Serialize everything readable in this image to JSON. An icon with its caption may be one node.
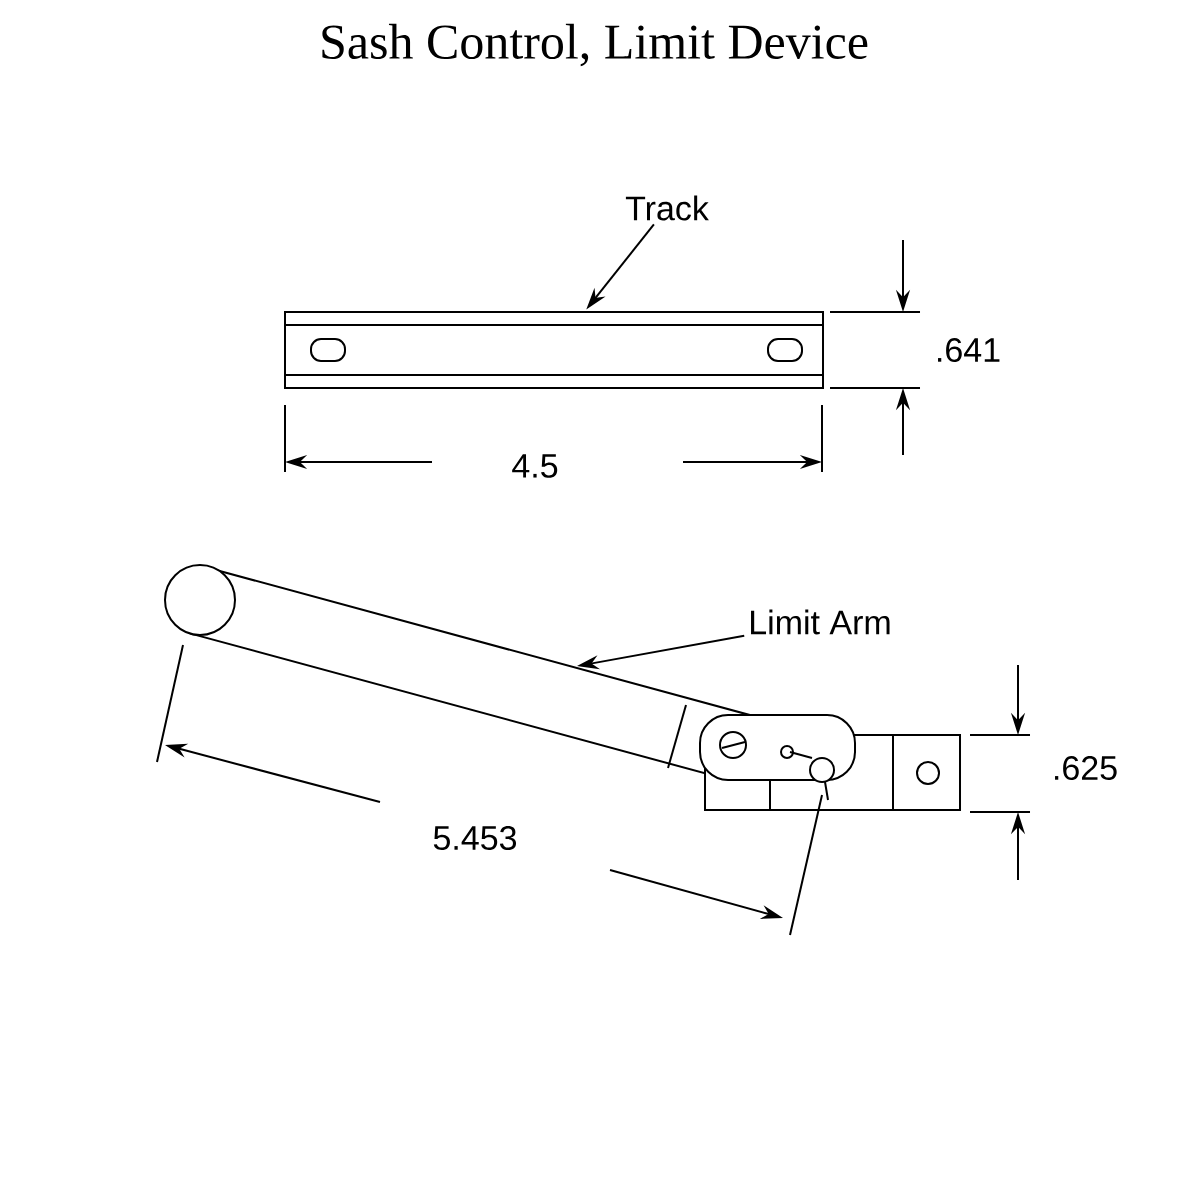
{
  "diagram": {
    "title": "Sash Control, Limit Device",
    "nodes": [
      {
        "text": [
          "Track"
        ]
      },
      {
        "text": [],
        "shape": "bar"
      },
      {
        "text": [
          "Limit Arm"
        ]
      },
      {
        "text": [],
        "shape": "bar"
      }
    ],
    "edges": [
      {
        "from": 0,
        "to": 1,
        "arrow": "to"
      },
      {
        "from": 2,
        "to": 3,
        "arrow": "to"
      }
    ],
    "labels": [
      ".641",
      "4.5",
      "5.453",
      ".625"
    ]
  }
}
